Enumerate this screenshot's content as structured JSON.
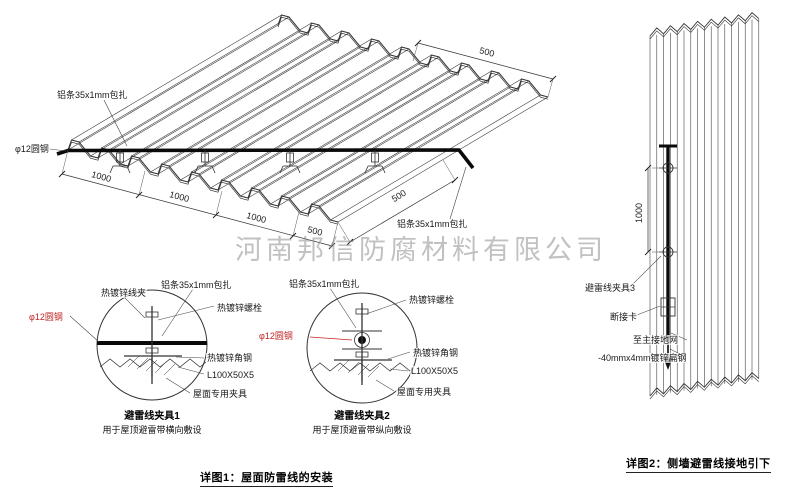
{
  "watermark": "河南邦信防腐材料有限公司",
  "main_view": {
    "label_strip_top": "铝条35x1mm包扎",
    "label_rod": "φ12圆钢",
    "label_strip_right": "铝条35x1mm包扎",
    "dims_bottom": [
      "1000",
      "1000",
      "1000",
      "500"
    ],
    "dim_right": "500",
    "dim_top": "500"
  },
  "detail1": {
    "labels": {
      "clamp": "热镀锌线夹",
      "strip": "铝条35x1mm包扎",
      "bolt": "热镀锌螺栓",
      "rod": "φ12圆钢",
      "angle": "热镀锌角钢",
      "angle_size": "L100X50X5",
      "fixture": "屋面专用夹具"
    },
    "title": "避雷线夹具1",
    "subtitle": "用于屋顶避雷带横向敷设"
  },
  "detail2": {
    "labels": {
      "strip": "铝条35x1mm包扎",
      "bolt": "热镀锌螺栓",
      "rod": "φ12圆钢",
      "angle": "热镀锌角钢",
      "angle_size": "L100X50X5",
      "fixture": "屋面专用夹具"
    },
    "title": "避雷线夹具2",
    "subtitle": "用于屋顶避雷带纵向敷设"
  },
  "side_view": {
    "dim": "1000",
    "label_clamp3": "避雷线夹具3",
    "label_disconnect": "断接卡",
    "label_ground": "至主接地网",
    "label_flat_steel": "-40mmx4mm镀锌扁钢"
  },
  "captions": {
    "detail1": "详图1：屋面防雷线的安装",
    "detail2": "详图2：侧墙避雷线接地引下"
  },
  "colors": {
    "line": "#333333",
    "wire": "#0a0a0a",
    "accent_red": "#c22525",
    "watermark": "#8f8f8f"
  }
}
